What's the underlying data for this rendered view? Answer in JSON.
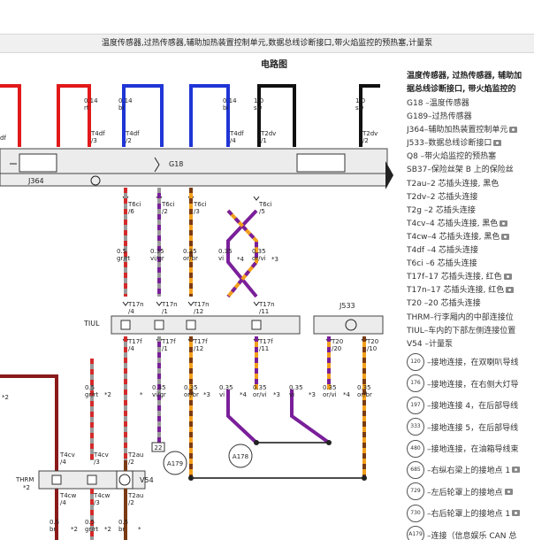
{
  "header": {
    "title": "温度传感器,过热传感器,辅助加热装置控制单元,数据总线诊断接口,带火焰监控的预热塞,计量泵"
  },
  "diagram": {
    "title": "电路图",
    "top_wires": [
      {
        "size": "0.14",
        "color": "rt"
      },
      {
        "size": "0.14",
        "color": "bl"
      },
      {
        "size": "0.14",
        "color": "bl"
      },
      {
        "size": "1.0",
        "color": "sw"
      },
      {
        "size": "1.0",
        "color": "sw"
      }
    ],
    "top_pins": [
      "T4df\n/3",
      "T4df\n/2",
      "T4df\n/4",
      "T2dv\n/1",
      "T2dv\n/2"
    ],
    "left_cut": "df",
    "components": {
      "g189": "G189",
      "g18": "G18",
      "q8": "Q8",
      "j364": "J364",
      "j533": "J533",
      "tiul": "TIUL",
      "thrm": "THRM",
      "thrm_sub": "*2",
      "v54": "V54",
      "a179": "A179",
      "a178": "A178",
      "box22": "22"
    },
    "t6ci_pins": [
      "T6ci\n/6",
      "T6ci\n/2",
      "T6ci\n/3",
      "T6ci\n/5"
    ],
    "mid_wires": [
      {
        "size": "0.5",
        "color": "gr/rt"
      },
      {
        "size": "0.35",
        "color": "vi/gr"
      },
      {
        "size": "0.35",
        "color": "or/br"
      },
      {
        "size": "0.35",
        "color": "vi"
      },
      {
        "size": "0.35",
        "color": "or/vi"
      }
    ],
    "mid_notes": [
      "*4",
      "*3"
    ],
    "t17n_pins": [
      "T17n\n/4",
      "T17n\n/1",
      "T17n\n/12",
      "T17n\n/11"
    ],
    "t17f_pins": [
      "T17f\n/4",
      "T17f\n/1",
      "T17f\n/12",
      "T17f\n/11"
    ],
    "t20_pins": [
      "T20\n/20",
      "T20\n/10"
    ],
    "low_wires": [
      {
        "size": "0.5",
        "color": "gr/rt"
      },
      {
        "size": "0.35",
        "color": "vi/gr"
      },
      {
        "size": "0.35",
        "color": "or/br"
      },
      {
        "size": "0.35",
        "color": "vi"
      },
      {
        "size": "0.35",
        "color": "or/vi"
      },
      {
        "size": "0.35",
        "color": "vi"
      },
      {
        "size": "0.35",
        "color": "or/vi"
      },
      {
        "size": "0.35",
        "color": "or/br"
      }
    ],
    "low_notes": [
      "*2",
      "*2",
      "*",
      "*4",
      "*3",
      "*3",
      "*4",
      "*3"
    ],
    "t4cv_pins": [
      "T4cv\n/4",
      "T4cv\n/3"
    ],
    "t2au_top": "T2au\n/2",
    "t4cw_pins": [
      "T4cw\n/4",
      "T4cw\n/3"
    ],
    "t2au_bottom": "T2au\n/2",
    "bottom_wires": [
      {
        "size": "0.5",
        "color": "br"
      },
      {
        "size": "0.5",
        "color": "gr/rt"
      },
      {
        "size": "0.5",
        "color": "br"
      }
    ],
    "bottom_notes": [
      "*2",
      "*2",
      "*"
    ]
  },
  "legend": {
    "heading_1": "温度传感器, 过热传感器, 辅助加",
    "heading_2": "据总线诊断接口, 带火焰监控的",
    "items": [
      {
        "text": "G18 –温度传感器",
        "cam": false
      },
      {
        "text": "G189–过热传感器",
        "cam": false
      },
      {
        "text": "J364–辅助加热装置控制单元",
        "cam": true
      },
      {
        "text": "J533–数据总线诊断接口",
        "cam": true
      },
      {
        "text": "Q8 –带火焰监控的预热塞",
        "cam": false
      },
      {
        "text": "SB37–保险丝架 B 上的保险丝",
        "cam": false
      },
      {
        "text": "T2au–2 芯插头连接, 黑色",
        "cam": false
      },
      {
        "text": "T2dv–2 芯插头连接",
        "cam": false
      },
      {
        "text": "T2g –2 芯插头连接",
        "cam": false
      },
      {
        "text": "T4cv–4 芯插头连接, 黑色",
        "cam": true
      },
      {
        "text": "T4cw–4 芯插头连接, 黑色",
        "cam": true
      },
      {
        "text": "T4df –4 芯插头连接",
        "cam": false
      },
      {
        "text": "T6ci –6 芯插头连接",
        "cam": false
      },
      {
        "text": "T17f–17 芯插头连接, 红色",
        "cam": true
      },
      {
        "text": "T17n–17 芯插头连接, 红色",
        "cam": true
      },
      {
        "text": "T20 –20 芯插头连接",
        "cam": false
      },
      {
        "text": "THRM–行李厢内的中部连接位",
        "cam": false
      },
      {
        "text": "TIUL–车内的下部左侧连接位置",
        "cam": false
      },
      {
        "text": "V54 –计量泵",
        "cam": false
      }
    ],
    "grounds": [
      {
        "num": "120",
        "text": "接地连接，在双喇叭导线",
        "cam": false
      },
      {
        "num": "176",
        "text": "接地连接，在右侧大灯导",
        "cam": false
      },
      {
        "num": "197",
        "text": "接地连接 4，在后部导线",
        "cam": false
      },
      {
        "num": "333",
        "text": "接地连接 5，在后部导线",
        "cam": false
      },
      {
        "num": "480",
        "text": "接地连接，在油箱导线束",
        "cam": false
      },
      {
        "num": "685",
        "text": "右纵右梁上的接地点 1",
        "cam": true
      },
      {
        "num": "729",
        "text": "左后轮罩上的接地点",
        "cam": true
      },
      {
        "num": "730",
        "text": "右后轮罩上的接地点 1",
        "cam": true
      },
      {
        "num": "A179",
        "text": "连接（信息娱乐 CAN 总",
        "cam": false
      }
    ]
  }
}
